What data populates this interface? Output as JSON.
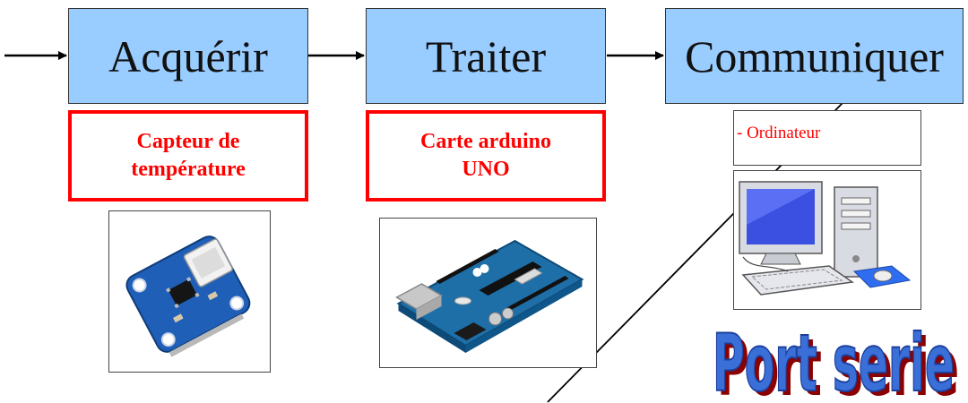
{
  "stages": [
    {
      "label": "Acquérir"
    },
    {
      "label": "Traiter"
    },
    {
      "label": "Communiquer"
    }
  ],
  "components": [
    {
      "line1": "Capteur de",
      "line2": "température"
    },
    {
      "line1": "Carte arduino",
      "line2": "UNO"
    }
  ],
  "computer": {
    "label": "- Ordinateur"
  },
  "port": {
    "label": "Port serie"
  },
  "icons": {
    "sensor": "temperature-sensor-board-icon",
    "arduino": "arduino-uno-board-icon",
    "computer": "desktop-computer-icon"
  },
  "colors": {
    "block_fill": "#99ccff",
    "red": "#ff0000",
    "port_fill": "#3a6fd8",
    "port_shadow": "#8b0000"
  }
}
